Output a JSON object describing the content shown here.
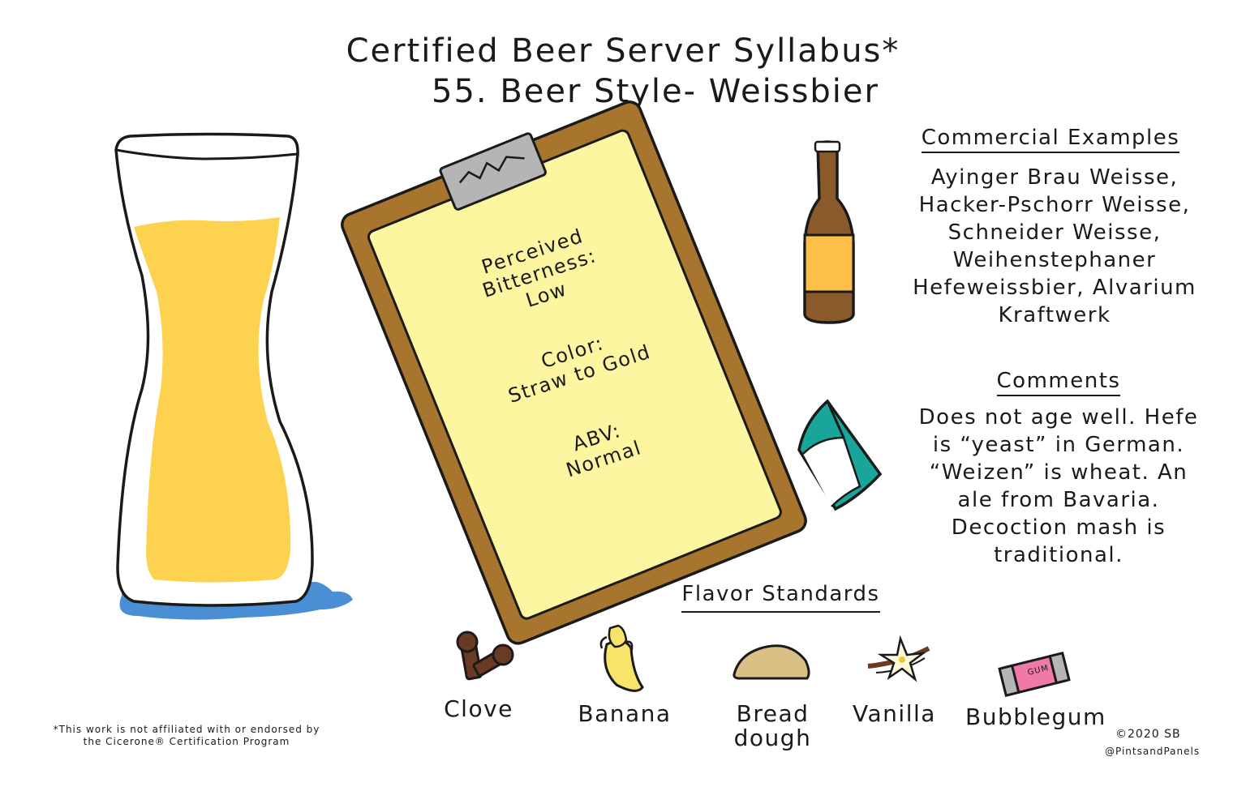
{
  "title": {
    "line1": "Certified Beer Server Syllabus*",
    "line2": "55. Beer Style- Weissbier"
  },
  "clipboard": {
    "bitterness_label": "Perceived Bitterness:",
    "bitterness_value": "Low",
    "color_label": "Color:",
    "color_value": "Straw to Gold",
    "abv_label": "ABV:",
    "abv_value": "Normal"
  },
  "commercial_examples": {
    "heading": "Commercial Examples",
    "lines": [
      "Ayinger Brau Weisse,",
      "Hacker-Pschorr Weisse,",
      "Schneider Weisse,",
      "Weihenstephaner",
      "Hefeweissbier, Alvarium",
      "Kraftwerk"
    ]
  },
  "comments": {
    "heading": "Comments",
    "lines": [
      "Does not age well. Hefe",
      "is “yeast” in German.",
      "“Weizen” is wheat. An",
      "ale from Bavaria.",
      "Decoction mash is",
      "traditional."
    ]
  },
  "flavor_standards": {
    "heading": "Flavor Standards",
    "items": [
      {
        "label": "Clove",
        "icon": "clove-icon"
      },
      {
        "label": "Banana",
        "icon": "banana-icon"
      },
      {
        "label": "Bread dough",
        "icon": "bread-dough-icon"
      },
      {
        "label": "Vanilla",
        "icon": "vanilla-icon"
      },
      {
        "label": "Bubblegum",
        "icon": "bubblegum-icon",
        "wrapper_text": "GUM"
      }
    ]
  },
  "disclaimer": {
    "line1": "*This work is not affiliated with or endorsed by",
    "line2": "the Cicerone® Certification Program"
  },
  "credit": {
    "copyright": "©2020 SB",
    "handle": "@PintsandPanels"
  },
  "colors": {
    "beer": "#fdd24f",
    "puddle": "#4a8fd4",
    "clipboard_board": "#a8752e",
    "clipboard_paper": "#fdf6a0",
    "clip_metal": "#b5b5b5",
    "bottle": "#8b5a2b",
    "bottle_label": "#fbbf4a",
    "book": "#1aa59b",
    "gum": "#ef7aa8",
    "bread": "#d9c084",
    "clove": "#6b3a22",
    "banana": "#f6e56a"
  }
}
